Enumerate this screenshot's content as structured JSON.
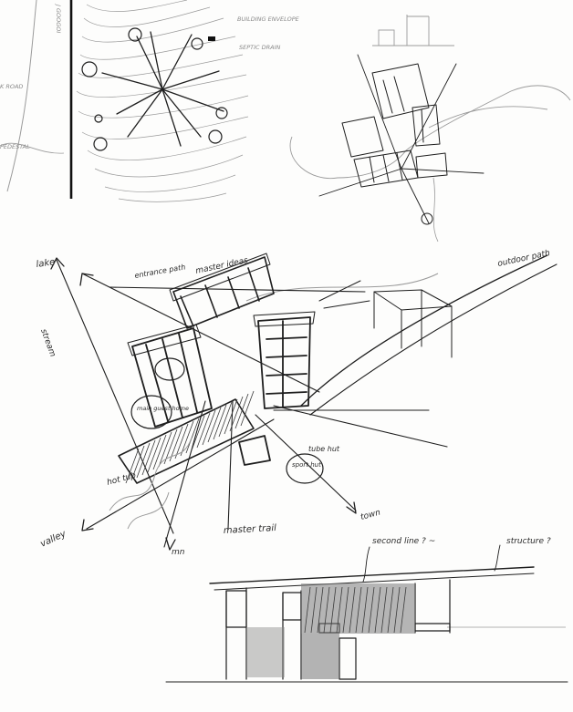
{
  "sheet_title": "",
  "site_plan": {
    "labels": {
      "building_envelope": "BUILDING ENVELOPE",
      "septic_drain": "SEPTIC DRAIN",
      "road": "K ROAD",
      "pedestal": "PEDESTAL",
      "vertical_note": "J GOOGOI"
    }
  },
  "main_plan": {
    "labels": {
      "lake": "lake",
      "stream": "stream",
      "entrance_path": "entrance path",
      "master_ideas": "master ideas",
      "main_guest_house": "main guest home",
      "hot_tub": "hot tub",
      "valley": "valley",
      "mn": "mn",
      "master_trail": "master trail",
      "tube_hut": "tube hut",
      "sport_hut": "sport hut",
      "town": "town",
      "outdoor_path": "outdoor path"
    }
  },
  "elevation": {
    "labels": {
      "second_line": "second line ? ~",
      "structure": "structure ?"
    }
  }
}
